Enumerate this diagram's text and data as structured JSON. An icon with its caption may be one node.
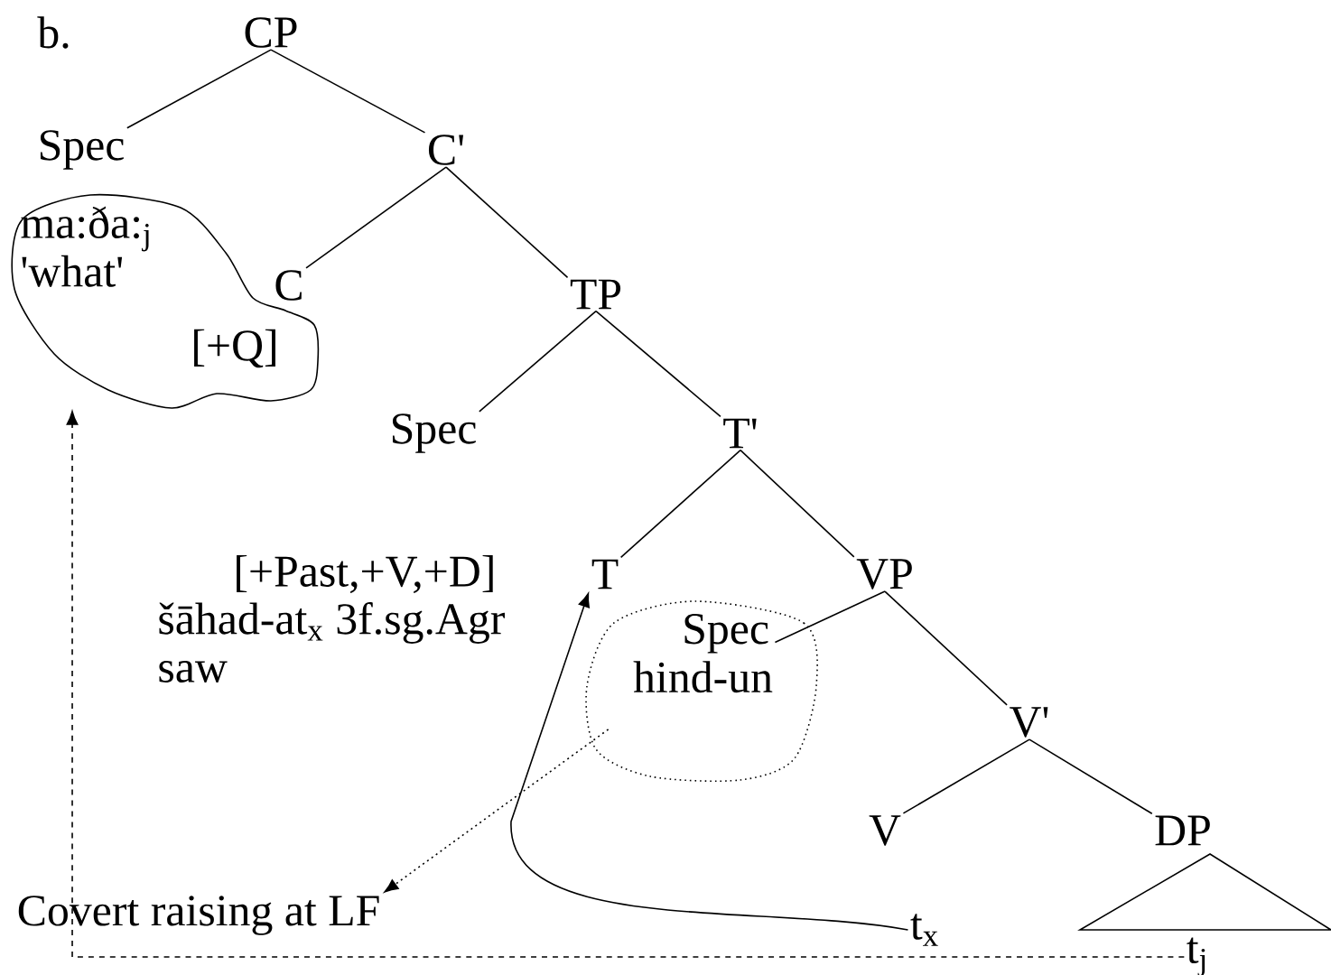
{
  "diagram": {
    "nodes": [
      {
        "text": [
          "CP"
        ]
      },
      {
        "text": [
          "Spec"
        ]
      },
      {
        "text": [
          "C'"
        ]
      },
      {
        "text": [
          "ma:ða:$_{j}$ 'what'"
        ]
      },
      {
        "text": [
          "C"
        ]
      },
      {
        "text": [
          "TP"
        ]
      },
      {
        "text": [
          "Spec"
        ]
      },
      {
        "text": [
          "T'"
        ]
      },
      {
        "text": [
          "T"
        ],
        "beside": [
          "[+Past,+V,+D]",
          "šāhad-at$_{x}$ 3f.sg.Agr",
          "saw"
        ]
      },
      {
        "text": [
          "VP"
        ]
      },
      {
        "text": [
          "Spec",
          "hind-un"
        ]
      },
      {
        "text": [
          "V'"
        ]
      },
      {
        "text": [
          "V"
        ]
      },
      {
        "text": [
          "DP"
        ]
      },
      {
        "text": [
          "Covert raising at LF"
        ]
      },
      {
        "text": [
          "t$_{x}$"
        ]
      },
      {
        "text": [
          "t$_{j}$"
        ]
      }
    ],
    "edges": [
      {
        "from": 0,
        "to": 1,
        "arrow": "none"
      },
      {
        "from": 0,
        "to": 2,
        "arrow": "none"
      },
      {
        "from": 2,
        "to": 4,
        "arrow": "none"
      },
      {
        "from": 2,
        "to": 5,
        "arrow": "none"
      },
      {
        "from": 5,
        "to": 6,
        "arrow": "none"
      },
      {
        "from": 5,
        "to": 7,
        "arrow": "none"
      },
      {
        "from": 7,
        "to": 8,
        "arrow": "none"
      },
      {
        "from": 7,
        "to": 9,
        "arrow": "none"
      },
      {
        "from": 9,
        "to": 10,
        "arrow": "none"
      },
      {
        "from": 9,
        "to": 11,
        "arrow": "none"
      },
      {
        "from": 11,
        "to": 12,
        "arrow": "none"
      },
      {
        "from": 11,
        "to": 13,
        "arrow": "none"
      },
      {
        "from": 15,
        "to": 8,
        "arrow": "to"
      },
      {
        "from": 10,
        "to": 14,
        "arrow": "to",
        "style": "dashed"
      },
      {
        "from": 16,
        "to": 3,
        "arrow": "to",
        "style": "dashed"
      }
    ],
    "labels": [
      "b.",
      "[+Q]"
    ]
  }
}
